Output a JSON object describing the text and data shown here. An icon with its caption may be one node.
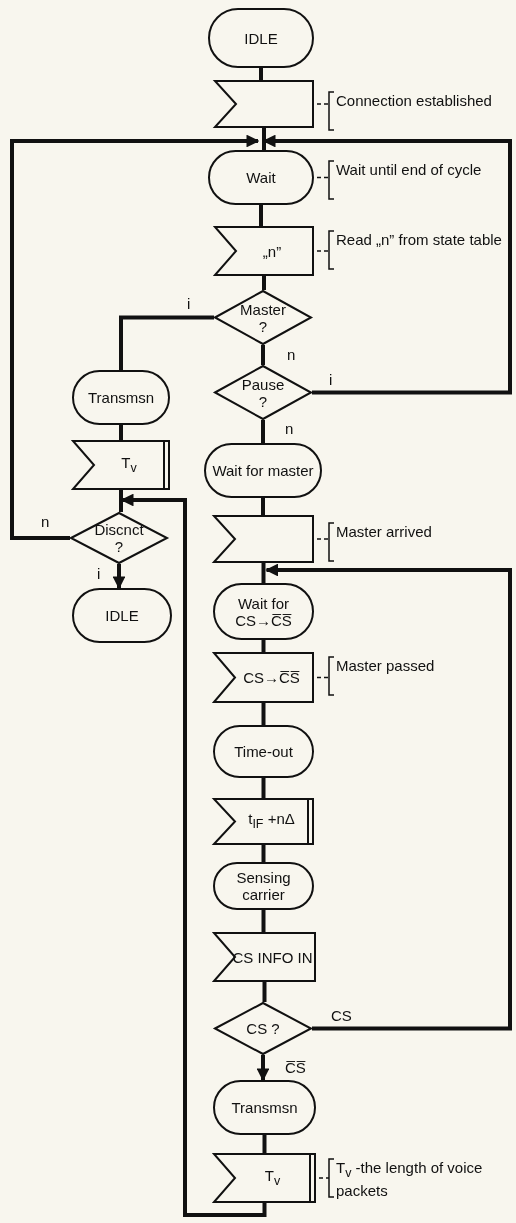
{
  "diagram": {
    "nodes": [
      {
        "text": [
          "IDLE"
        ]
      },
      {
        "text": [],
        "shape": "signal",
        "beside": [
          "Connection established"
        ]
      },
      {
        "text": [
          "Wait"
        ],
        "beside": [
          "Wait until end of cycle"
        ]
      },
      {
        "text": [
          "„n”"
        ],
        "beside": [
          "Read „n” from state table"
        ]
      },
      {
        "text": [
          "Master ?"
        ]
      },
      {
        "text": [
          "Pause ?"
        ]
      },
      {
        "text": [
          "Transmsn"
        ]
      },
      {
        "text": [
          "T$_{v}$"
        ]
      },
      {
        "text": [
          "Discnct ?"
        ]
      },
      {
        "text": [
          "IDLE"
        ]
      },
      {
        "text": [
          "Wait for master"
        ]
      },
      {
        "text": [],
        "shape": "signal",
        "beside": [
          "Master arrived"
        ]
      },
      {
        "text": [
          "Wait for CS→C̅S̅"
        ]
      },
      {
        "text": [
          "CS→C̅S̅"
        ],
        "beside": [
          "Master passed"
        ]
      },
      {
        "text": [
          "Time-out"
        ]
      },
      {
        "text": [
          "t$_{IF}$ +nΔ"
        ]
      },
      {
        "text": [
          "Sensing carrier"
        ]
      },
      {
        "text": [
          "CS INFO IN"
        ]
      },
      {
        "text": [
          "CS ?"
        ]
      },
      {
        "text": [
          "Transmsn"
        ]
      },
      {
        "text": [
          "T$_{v}$"
        ],
        "beside": [
          "T$_{v}$ -the length of voice packets"
        ]
      }
    ],
    "edges": [
      {
        "from": 0,
        "to": 1,
        "arrow": "none"
      },
      {
        "from": 1,
        "to": 2,
        "arrow": "none"
      },
      {
        "from": 8,
        "to": 2,
        "arrow": "to",
        "label": "n"
      },
      {
        "from": 5,
        "to": 2,
        "arrow": "to",
        "label": "i"
      },
      {
        "from": 2,
        "to": 3,
        "arrow": "none"
      },
      {
        "from": 3,
        "to": 4,
        "arrow": "none"
      },
      {
        "from": 4,
        "to": 5,
        "arrow": "none",
        "label": "n"
      },
      {
        "from": 4,
        "to": 6,
        "arrow": "none",
        "label": "i"
      },
      {
        "from": 6,
        "to": 7,
        "arrow": "none"
      },
      {
        "from": 7,
        "to": 8,
        "arrow": "none"
      },
      {
        "from": 8,
        "to": 9,
        "arrow": "to",
        "label": "i"
      },
      {
        "from": 5,
        "to": 10,
        "arrow": "none",
        "label": "n"
      },
      {
        "from": 10,
        "to": 11,
        "arrow": "none"
      },
      {
        "from": 11,
        "to": 12,
        "arrow": "none"
      },
      {
        "from": 18,
        "to": 12,
        "arrow": "to",
        "label": "CS"
      },
      {
        "from": 12,
        "to": 13,
        "arrow": "none"
      },
      {
        "from": 13,
        "to": 14,
        "arrow": "none"
      },
      {
        "from": 14,
        "to": 15,
        "arrow": "none"
      },
      {
        "from": 15,
        "to": 16,
        "arrow": "none"
      },
      {
        "from": 16,
        "to": 17,
        "arrow": "none"
      },
      {
        "from": 17,
        "to": 18,
        "arrow": "none"
      },
      {
        "from": 18,
        "to": 19,
        "arrow": "to",
        "label": "C̅S̅"
      },
      {
        "from": 19,
        "to": 20,
        "arrow": "none"
      },
      {
        "from": 20,
        "to": 8,
        "arrow": "to"
      }
    ]
  }
}
